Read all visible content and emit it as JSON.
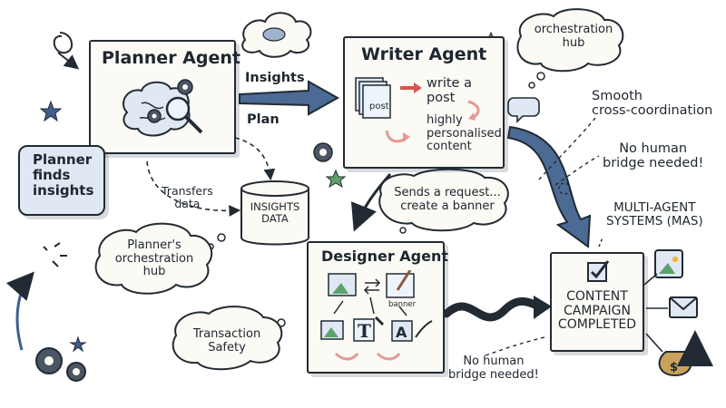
{
  "planner": {
    "title": "Planner Agent",
    "callout": "Planner\nfinds\ninsights"
  },
  "writer": {
    "title": "Writer Agent",
    "doc_label": "post",
    "step1": "write a\npost",
    "step2": "highly\npersonalised\ncontent"
  },
  "designer": {
    "title": "Designer Agent",
    "banner_label": "banner"
  },
  "arrows": {
    "insights": "Insights",
    "plan": "Plan",
    "transfers": "Transfers\ndata"
  },
  "insights_db": {
    "label": "INSIGHTS\nDATA"
  },
  "clouds": {
    "orchestration_hub": "orchestration\nhub",
    "planners_hub": "Planner's\norchestration\nhub",
    "request": "Sends a request...\ncreate a banner",
    "transaction": "Transaction\nSafety"
  },
  "notes": {
    "smooth": "Smooth\ncross-coordination",
    "no_bridge_top": "No human\nbridge needed!",
    "no_bridge_bottom": "No human\nbridge needed!",
    "mas": "MULTI-AGENT\nSYSTEMS (MAS)"
  },
  "result": {
    "label": "CONTENT\nCAMPAIGN\nCOMPLETED"
  },
  "colors": {
    "ink": "#222a33",
    "arrow_blue": "#4b6a94",
    "accent_red": "#d9534f",
    "accent_green": "#5ca36b",
    "panel_blue": "#dfe8f3"
  }
}
